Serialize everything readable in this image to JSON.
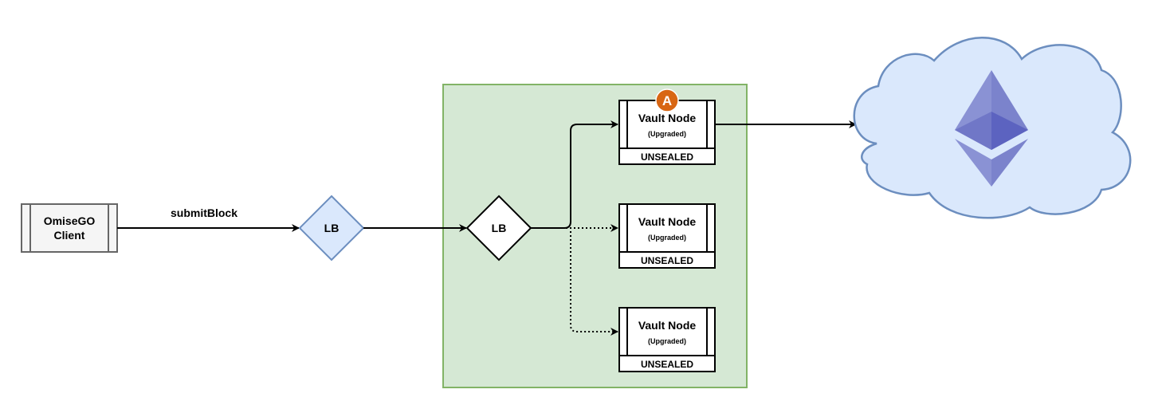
{
  "client": {
    "label_line1": "OmiseGO",
    "label_line2": "Client"
  },
  "edge_client_lb": {
    "label": "submitBlock"
  },
  "lb_outer": {
    "label": "LB"
  },
  "lb_inner": {
    "label": "LB"
  },
  "vault_nodes": [
    {
      "title": "Vault Node",
      "subtitle": "(Upgraded)",
      "status": "UNSEALED",
      "badge": "A"
    },
    {
      "title": "Vault Node",
      "subtitle": "(Upgraded)",
      "status": "UNSEALED"
    },
    {
      "title": "Vault Node",
      "subtitle": "(Upgraded)",
      "status": "UNSEALED"
    }
  ],
  "cloud": {
    "icon": "ethereum-icon"
  },
  "colors": {
    "green_fill": "#d5e8d4",
    "green_stroke": "#82b366",
    "blue_fill": "#dae8fc",
    "blue_stroke": "#6c8ebf",
    "badge_fill": "#d86613",
    "gray_stroke": "#666666",
    "eth_light": "#8a92d4",
    "eth_mid": "#7b83cc",
    "eth_dark": "#5c63c0"
  }
}
